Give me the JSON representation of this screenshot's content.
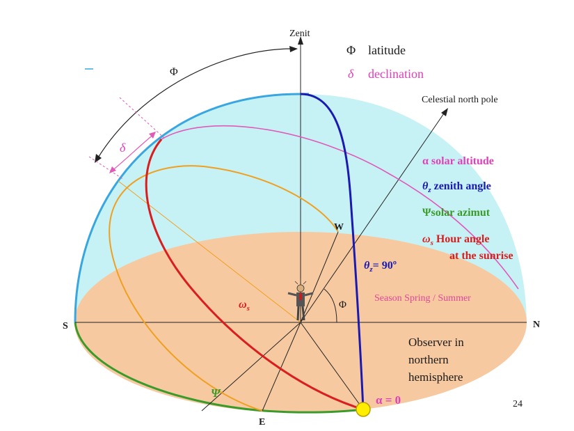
{
  "labels": {
    "zenith": "Zenit",
    "legend_phi_symbol": "Φ",
    "legend_phi_text": "latitude",
    "legend_delta_symbol": "δ",
    "legend_delta_text": "declination",
    "celestial_pole": "Celestial north pole",
    "phi_arc": "Φ",
    "delta_arc": "δ",
    "solar_altitude": "α solar altitude",
    "zenith_angle_sym": "θ",
    "zenith_angle_sub": "z",
    "zenith_angle_text": "zenith angle",
    "solar_azimut": "Ψsolar azimut",
    "hour_angle_sym": "ω",
    "hour_angle_sub": "s",
    "hour_angle_text": "Hour angle",
    "hour_angle_text2": "at the sunrise",
    "west": "W",
    "east": "E",
    "south": "S",
    "north": "N",
    "theta90_sym": "θ",
    "theta90_sub": "z",
    "theta90_val": "= 90º",
    "phi_small": "Φ",
    "season": "Season Spring / Summer",
    "omega_sym": "ω",
    "omega_sub": "s",
    "observer_1": "Observer in",
    "observer_2": "northern",
    "observer_3": "hemisphere",
    "psi": "Ψ",
    "alpha_zero": "α = 0",
    "page_number": "24"
  },
  "colors": {
    "sky": "#c6f2f6",
    "ground": "#f7c9a0",
    "dome_edge": "#3aa6e0",
    "zenith_arc": "#1a1ab0",
    "sun_path": "#e05ab8",
    "hour_angle": "#d81e1e",
    "orange_path": "#f0a020",
    "azimut": "#3a9a2a",
    "sun": "#ffee00"
  }
}
